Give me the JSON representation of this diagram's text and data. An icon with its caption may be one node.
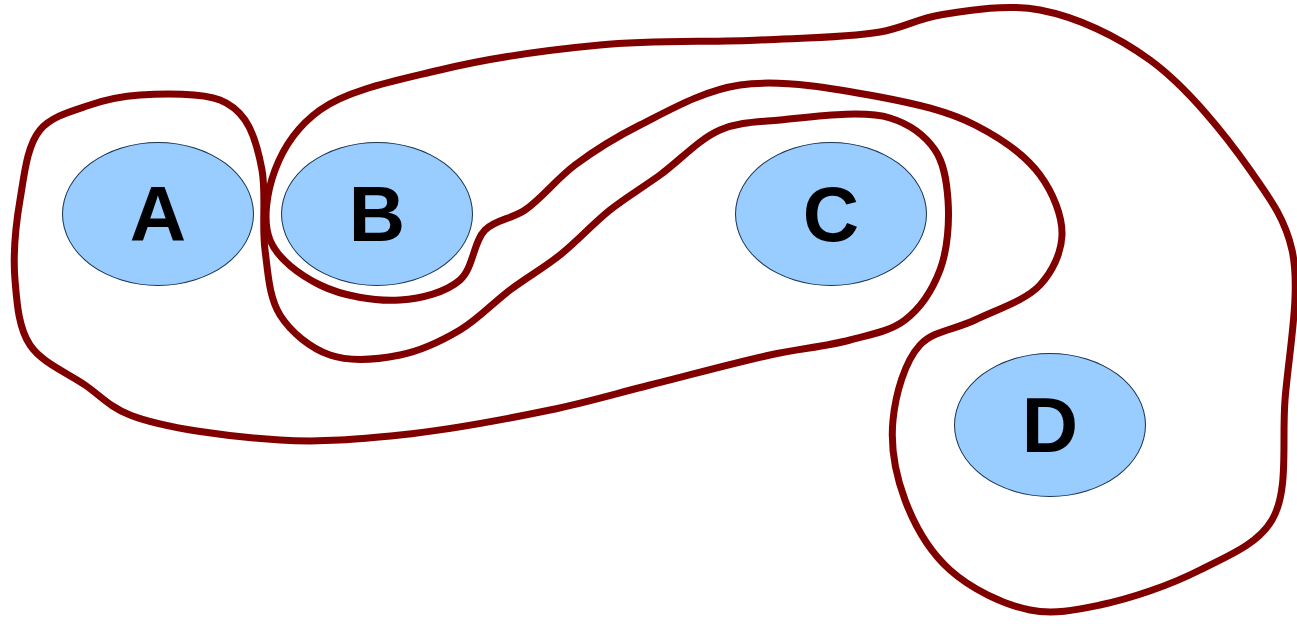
{
  "diagram": {
    "nodes": [
      {
        "text": [],
        "shape": "blob"
      },
      {
        "text": [],
        "shape": "blob"
      },
      {
        "text": [
          "A"
        ],
        "in": 0
      },
      {
        "text": [
          "B"
        ],
        "in": 1
      },
      {
        "text": [
          "C"
        ],
        "in": 0
      },
      {
        "text": [
          "D"
        ],
        "in": 1
      }
    ]
  }
}
